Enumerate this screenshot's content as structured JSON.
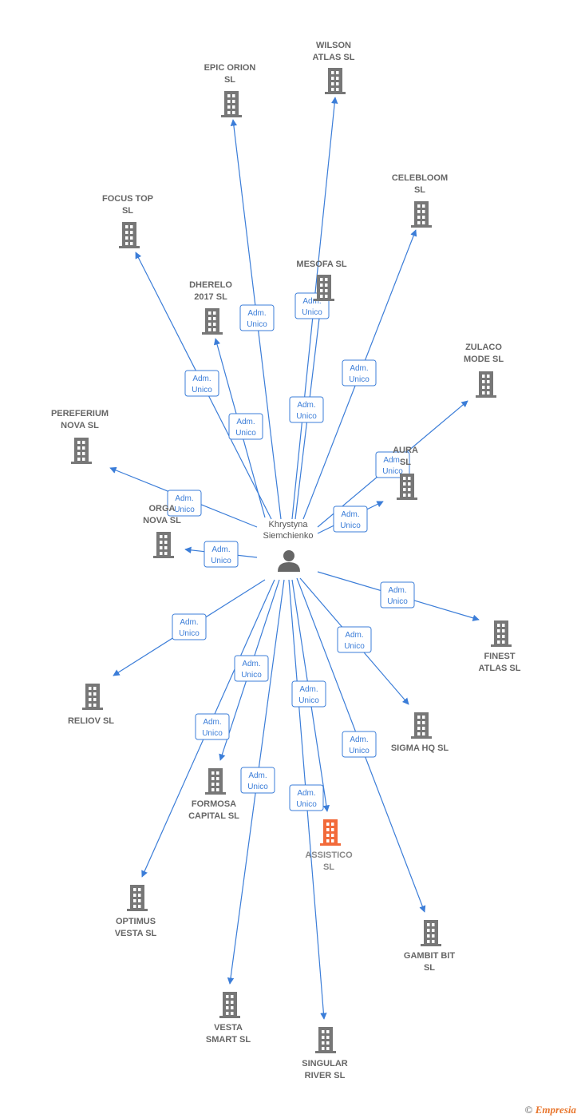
{
  "person": {
    "name_line1": "Khrystyna",
    "name_line2": "Siemchienko"
  },
  "edge_label": {
    "line1": "Adm.",
    "line2": "Unico"
  },
  "footer": {
    "copyright": "©",
    "brand": "Empresia"
  },
  "colors": {
    "edge": "#3b7dd8",
    "building": "#777777",
    "highlight": "#f26a3a",
    "person": "#666666"
  },
  "companies": [
    {
      "id": "epic-orion",
      "l1": "EPIC ORION",
      "l2": "SL",
      "highlight": false
    },
    {
      "id": "wilson-atlas",
      "l1": "WILSON",
      "l2": "ATLAS  SL",
      "highlight": false
    },
    {
      "id": "celebloom",
      "l1": "CELEBLOOM",
      "l2": "SL",
      "highlight": false
    },
    {
      "id": "focus-top",
      "l1": "FOCUS TOP",
      "l2": "SL",
      "highlight": false
    },
    {
      "id": "mesofa",
      "l1": "MESOFA  SL",
      "l2": "",
      "highlight": false
    },
    {
      "id": "dherelo",
      "l1": "DHERELO",
      "l2": "2017  SL",
      "highlight": false
    },
    {
      "id": "zulaco",
      "l1": "ZULACO",
      "l2": "MODE  SL",
      "highlight": false
    },
    {
      "id": "pereferium",
      "l1": "PEREFERIUM",
      "l2": "NOVA  SL",
      "highlight": false
    },
    {
      "id": "aura",
      "l1": "AURA",
      "l2": "SL",
      "highlight": false
    },
    {
      "id": "orga-nova",
      "l1": "ORGA",
      "l2": "NOVA  SL",
      "highlight": false
    },
    {
      "id": "finest-atlas",
      "l1": "FINEST",
      "l2": "ATLAS  SL",
      "highlight": false
    },
    {
      "id": "reliov",
      "l1": "RELIOV  SL",
      "l2": "",
      "highlight": false
    },
    {
      "id": "sigma-hq",
      "l1": "SIGMA HQ  SL",
      "l2": "",
      "highlight": false
    },
    {
      "id": "formosa",
      "l1": "FORMOSA",
      "l2": "CAPITAL  SL",
      "highlight": false
    },
    {
      "id": "assistico",
      "l1": "ASSISTICO",
      "l2": "SL",
      "highlight": true
    },
    {
      "id": "optimus",
      "l1": "OPTIMUS",
      "l2": "VESTA  SL",
      "highlight": false
    },
    {
      "id": "gambit-bit",
      "l1": "GAMBIT BIT",
      "l2": "SL",
      "highlight": false
    },
    {
      "id": "vesta-smart",
      "l1": "VESTA",
      "l2": "SMART  SL",
      "highlight": false
    },
    {
      "id": "singular-river",
      "l1": "SINGULAR",
      "l2": "RIVER  SL",
      "highlight": false
    }
  ]
}
